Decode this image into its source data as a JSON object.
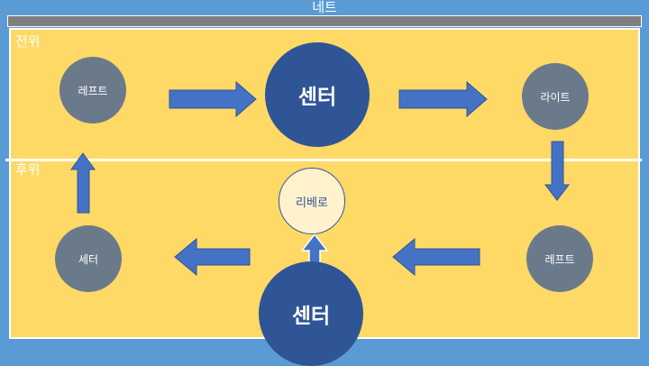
{
  "net": {
    "label": "네트"
  },
  "zones": {
    "front": "전위",
    "back": "후위"
  },
  "players": {
    "front_left": "레프트",
    "front_center": "센터",
    "front_right": "라이트",
    "back_right": "레프트",
    "back_center": "센터",
    "back_left": "세터",
    "libero": "리베로"
  },
  "colors": {
    "court": "#ffd966",
    "water": "#5b9bd5",
    "net": "#7f7f7f",
    "player_gray": "#6b7a8b",
    "player_blue": "#2f5597",
    "arrow": "#4472c4",
    "libero_fill": "#fff2cc"
  }
}
